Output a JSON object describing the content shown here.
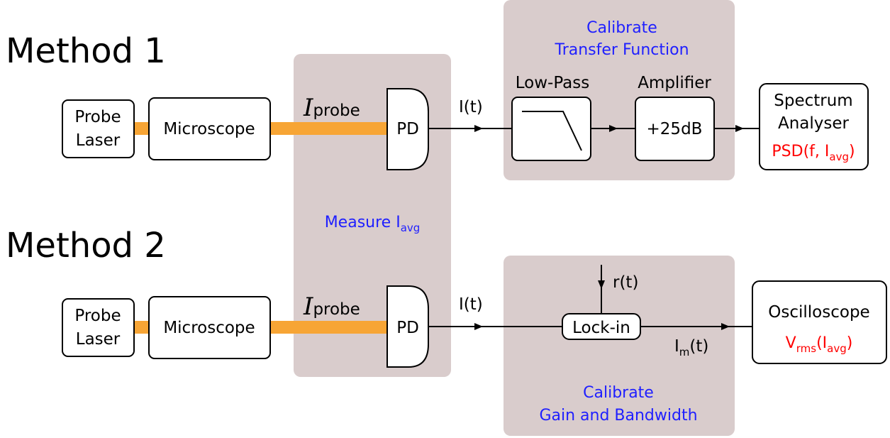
{
  "colors": {
    "panel": "#d9cccc",
    "beam": "#f7a535",
    "calibration_text": "#1f1fff",
    "output_text": "#ff0000"
  },
  "method1": {
    "title": "Method 1",
    "probe_laser": [
      "Probe",
      "Laser"
    ],
    "microscope": "Microscope",
    "beam_label": {
      "main": "I",
      "sub": "probe"
    },
    "pd": "PD",
    "signal": "I(t)",
    "lowpass_label": "Low-Pass",
    "amplifier_label": "Amplifier",
    "amplifier_gain": "+25dB",
    "calibrate": [
      "Calibrate",
      "Transfer Function"
    ],
    "spectrum_analyser": [
      "Spectrum",
      "Analyser"
    ],
    "output": {
      "pre": "PSD(f, I",
      "sub": "avg",
      "post": ")"
    }
  },
  "measure": {
    "text": "Measure I",
    "sub": "avg"
  },
  "method2": {
    "title": "Method 2",
    "probe_laser": [
      "Probe",
      "Laser"
    ],
    "microscope": "Microscope",
    "beam_label": {
      "main": "I",
      "sub": "probe"
    },
    "pd": "PD",
    "signal": "I(t)",
    "reference": "r(t)",
    "lockin": "Lock-in",
    "lockin_out": {
      "main": "I",
      "sub": "m",
      "post": "(t)"
    },
    "calibrate": [
      "Calibrate",
      "Gain and Bandwidth"
    ],
    "oscilloscope": "Oscilloscope",
    "output": {
      "pre": "V",
      "sub": "rms",
      "mid": "(I",
      "sub2": "avg",
      "post": ")"
    }
  }
}
